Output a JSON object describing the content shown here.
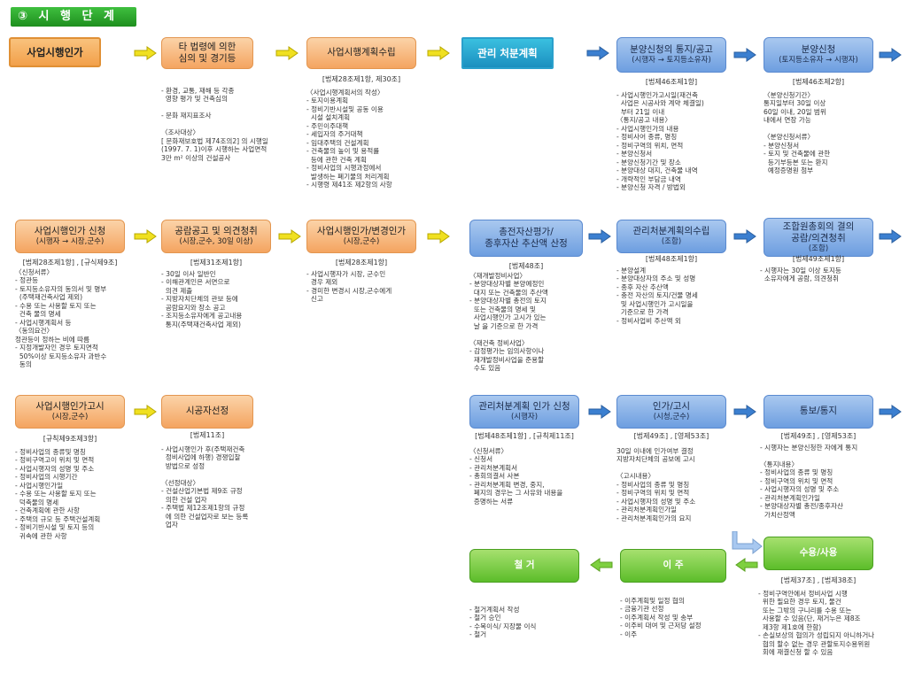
{
  "stage": {
    "label": "③ 시 행 단 계 II"
  },
  "boxes": {
    "b1": {
      "title": "사업시행인가"
    },
    "b2": {
      "title": "타 법령에 의한",
      "sub": "심의 및 경기등"
    },
    "b3": {
      "title": "사업시행계획수립"
    },
    "b4": {
      "title": "관리 처분계획"
    },
    "b5": {
      "title": "분양신청의 통지/공고",
      "sub": "(시행자 → 토지등소유자)"
    },
    "b6": {
      "title": "분양신청",
      "sub": "(토지등소유자 → 시행자)"
    },
    "b7": {
      "title": "사업시행인가 신청",
      "sub": "(시행자 → 시장,군수)"
    },
    "b8": {
      "title": "공람공고 및 의견청취",
      "sub": "(시장,군수, 30일 이상)"
    },
    "b9": {
      "title": "사업시행인가/변경인가",
      "sub": "(시장,군수)"
    },
    "b10": {
      "title": "총전자산평가/",
      "sub": "종후자산 추산액 산정"
    },
    "b11": {
      "title": "관리처분계획의수립",
      "sub": "(조합)"
    },
    "b12": {
      "title": "조합원총회의 결의",
      "sub": "공람/의견청취",
      "sub2": "(조합)"
    },
    "b13": {
      "title": "사업시행인가고시",
      "sub": "(시장,군수)"
    },
    "b14": {
      "title": "시공자선정"
    },
    "b15": {
      "title": "관리처분계획 인가 신청",
      "sub": "(시행자)"
    },
    "b16": {
      "title": "인가/고시",
      "sub": "(시청,군수)"
    },
    "b17": {
      "title": "통보/통지"
    },
    "b18": {
      "title": "수용/사용"
    },
    "b19": {
      "title": "이 주"
    },
    "b20": {
      "title": "철 거"
    }
  },
  "refs": {
    "r3": "[법제28조제1항, 제30조]",
    "r5": "[법제46조제1항]",
    "r6": "[법제46조제2항]",
    "r7": "[법제28조제1항] , [규식제9조]",
    "r8": "[법제31조제1항]",
    "r9": "[법제28조제1항]",
    "r10": "[법제48조]",
    "r11": "[법제48조제1항]",
    "r12": "[법제49조제1항]",
    "r13": "[규칙제9조제3항]",
    "r14": "[법제11조]",
    "r15": "[법제48조제1항] , [규칙제11조]",
    "r16": "[법제49조] , [영제53조]",
    "r17": "[법제49조] , [영제53조]",
    "r18": "[법제37조] , [법제38조]"
  },
  "notes": {
    "n2": "- 환경, 교통, 재해 등 각종\n  영향 평가 및 건축심의\n\n- 문화 재지표조사\n\n〈조사대상〉\n[ 문화재보호법 제74조의2] 의 시행일\n(1997. 7. 1)이후 시행하는 사업면적\n3만 m² 이상의 건설공사",
    "n3": "〈사업시행계획서의 작성〉\n- 토지이용계획\n- 정비기반시설및 공동 이용\n  시설 설치계획\n- 주민이주대책\n- 세입자의 주거대책\n- 임대주택의 건설계획\n- 건축물의 높이 및 용적률\n  등에 관한 건축 계획\n- 정비사업의 시행과정에서\n  발생하는 폐기물의 처리계획\n- 시행령 제41조 제2항의 사항",
    "n5": "- 사업시행인가고시일(재건축\n  사업은 시공사와 계약 체결일)\n  부터 21일 이내\n〈통지/공고 내용〉\n- 사업시행인가의 내용\n- 정비사어 종류, 명칭\n- 정비구역의 위치, 면적\n- 분양신청서\n- 분양신청기간 및 장소\n- 분양대상 대지, 건축물 내역\n- 개략적인 부담금 내역\n- 분양신청 자격 / 방법외",
    "n6": "〈분양신청기간〉\n통지일부터 30일 이상\n60일 이내, 20일 범위\n내에서 연장 가능\n\n〈분양신청서류〉\n- 분양신청서\n- 토지 및 건축물에 관한\n  등기부등본 또는 환지\n  예정증명원 첨부",
    "n7": "〈신청서류〉\n- 정관등\n- 토지등소유자의 동의서 및 명부\n  (주택재건축사업 제외)\n- 수용 또는 사용할 토지 또는\n  건축 물의 명세\n- 사업시행계획서 등\n〈동의요건〉\n정관등이 정하는 비에 따름\n- 지정개발자인 경우 토지면적\n  50%이상 토지등소유자 과반수\n  동의",
    "n8": "- 30일 이사 일반인\n- 이해관계인은 서면으로\n  의견 제출\n- 지방자치단체의 관보 등에\n  공람요지와 장소 공고\n- 조지등소유자에게 공고내용\n  통지(주택재건축사업 제외)",
    "n9": "- 사업시행자가 시장, 군수인\n  경우 제외\n- 경미한 변경시 시장,군수에게\n  신고",
    "n10": "〈재개발정비사업〉\n- 분양대상자별 분양예정인\n  대지 또는 건축물의 추산액\n- 분양대상자별 총전의 토지\n  또는 건축물의 명세 및\n  사업시행인가 고시가 있는\n  날 을 기준으로 한 가격\n\n〈재건축 정비사업〉\n- 감정평가는 임의사항이나\n  재개발정비사업을 준용할\n  수도 있음",
    "n11": "- 분양설계\n- 분양대상자의 주소 및 성명\n- 종후 자산 추산액\n- 충전 자산의 토지/건물 명세\n  및 사업시행인가 고시일을\n  기준으로 한 가격\n- 정비사업비 주산액 외",
    "n12": "- 시행자는 30일 이상 토지등\n  소유자에게 공람, 의견청취",
    "n13": "- 정비사업의 종류및 명칭\n- 정비구역고이 위치 및 면적\n- 사업시행자의 성명 및 주소\n- 정비사업의 시행기간\n- 사업시행인가일\n- 수용 또는 사용할 토지 또는\n  덕축물의 명세\n- 건축계획에 관한 사항\n- 주택의 규모 등 주택건설계획\n- 정비기반시설 및 토지 등의\n  귀속에 관한 사항",
    "n14": "- 사업시행인가 후(주택재건축\n  정비사업에 하행) 경쟁입찰\n  방법으로 성정\n\n〈선정대상〉\n- 건설산업기본법 제9조 규정\n  의한 건설 업자\n- 주택법 제12조제1항의 규정\n  에 의한 건설업자로 보는 등록\n  업자",
    "n15": "〈신청서류〉\n- 신청서\n- 관리처분계획서\n- 총회의결서 사본\n- 관리처분계획 변경, 중지,\n  폐지의 경우는 그 사유와 내용을\n  증명하는 서류",
    "n16": "30일 이내에 인가여부 결정\n지방자치단체의 공보에 고시\n\n〈고시내용〉\n- 정비사업의 종류 및 명칭\n- 정비구역의 위치 및 면적\n- 사업시행자의 성명 및 주소\n- 관리처분계획인가일\n- 관리처분계획인가의 요지",
    "n17": "- 시행자는 분양신청한 자에게 통지\n\n〈통지내용〉\n- 정비사업의 종류 및 명칭\n- 정비구역의 위치 및 면적\n- 사업시행자의 성명 및 주소\n- 관리처분계획인가일\n- 분양대상자별 총전/종후자산\n  가치산정액",
    "n18": "- 정비구역안에서 정비사업 시행\n  위한 필요한 경우 토지, 물건\n  또는 그밖의 구니리를 수용 또는\n  사용할 수 있음(단, 재거누은 제8조\n  제3항 제1호에 한함)\n- 손실보상의 협의가 성립되지 아니하거나\n  협의 할수 없는 경우 관할토지수용위원\n  회에 재결신청 할 수 있음",
    "n19": "- 이주계획및 일정 협의\n- 금융기관 선정\n- 이주계획서 작성 및 송부\n- 이주비 대여 및 근저당 설정\n- 이주",
    "n20": "- 철거계획서 작성\n- 철거 승인\n- 수목이식/ 지장물 이식\n- 철거"
  },
  "colors": {
    "stage": "#2aa52a",
    "orange": "#f4a460",
    "blue": "#6d9ee0",
    "green": "#5cbd2a",
    "mgmt": "#1b8fbf",
    "arrow": "#f0e020",
    "arrow_blue": "#3b7fd0",
    "arrow_green": "#7ed040"
  }
}
